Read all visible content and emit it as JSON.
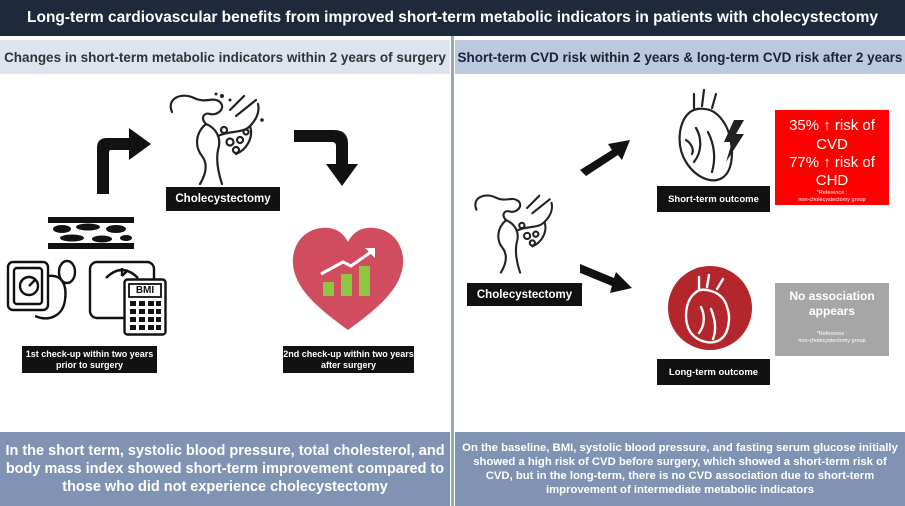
{
  "title": "Long-term cardiovascular benefits from improved short-term metabolic indicators in patients with cholecystectomy",
  "left_panel": {
    "heading": "Changes in short-term metabolic indicators within 2 years of surgery",
    "surgery_label": "Cholecystectomy",
    "scale_text": "BMI",
    "first_checkup": "1st check-up within two years prior to surgery",
    "second_checkup": "2nd check-up within two years after surgery",
    "footer": "In the short term, systolic blood pressure, total cholesterol, and body mass index showed short-term improvement compared to those who did not experience cholecystectomy"
  },
  "right_panel": {
    "heading": "Short-term CVD risk within 2 years & long-term CVD risk after 2 years",
    "surgery_label": "Cholecystectomy",
    "short_term_label": "Short-term outcome",
    "long_term_label": "Long-term outcome",
    "short_risk_line1": "35% ↑ risk of",
    "short_risk_line2": "CVD",
    "short_risk_line3": "77% ↑ risk of",
    "short_risk_line4": "CHD",
    "reference_title": "*Reference :",
    "reference_text": "non-cholecystectomy group",
    "long_risk_line1": "No association",
    "long_risk_line2": "appears",
    "footer": "On the baseline, BMI, systolic blood pressure, and fasting serum glucose initially showed a high risk of CVD before surgery, which showed a short-term risk of CVD, but in the long-term, there is no CVD association due to short-term improvement of intermediate metabolic indicators"
  },
  "colors": {
    "title_bg": "#1e2a3c",
    "panel_head_left": "#dde3ef",
    "panel_head_right": "#bcc8de",
    "footer_bg": "#8193b3",
    "risk_red": "#ff0000",
    "risk_gray": "#a6a6a6",
    "heart_pink": "#cf4d5f",
    "heart_dark_red": "#b3262b",
    "bar_green": "#8dc63f"
  },
  "icons": [
    "gallbladder-liver-icon",
    "blood-pressure-monitor-icon",
    "weighing-scale-icon",
    "calculator-icon",
    "artery-plaque-icon",
    "heart-chart-icon",
    "anatomical-heart-lightning-icon",
    "anatomical-heart-icon",
    "arrow-icon"
  ]
}
